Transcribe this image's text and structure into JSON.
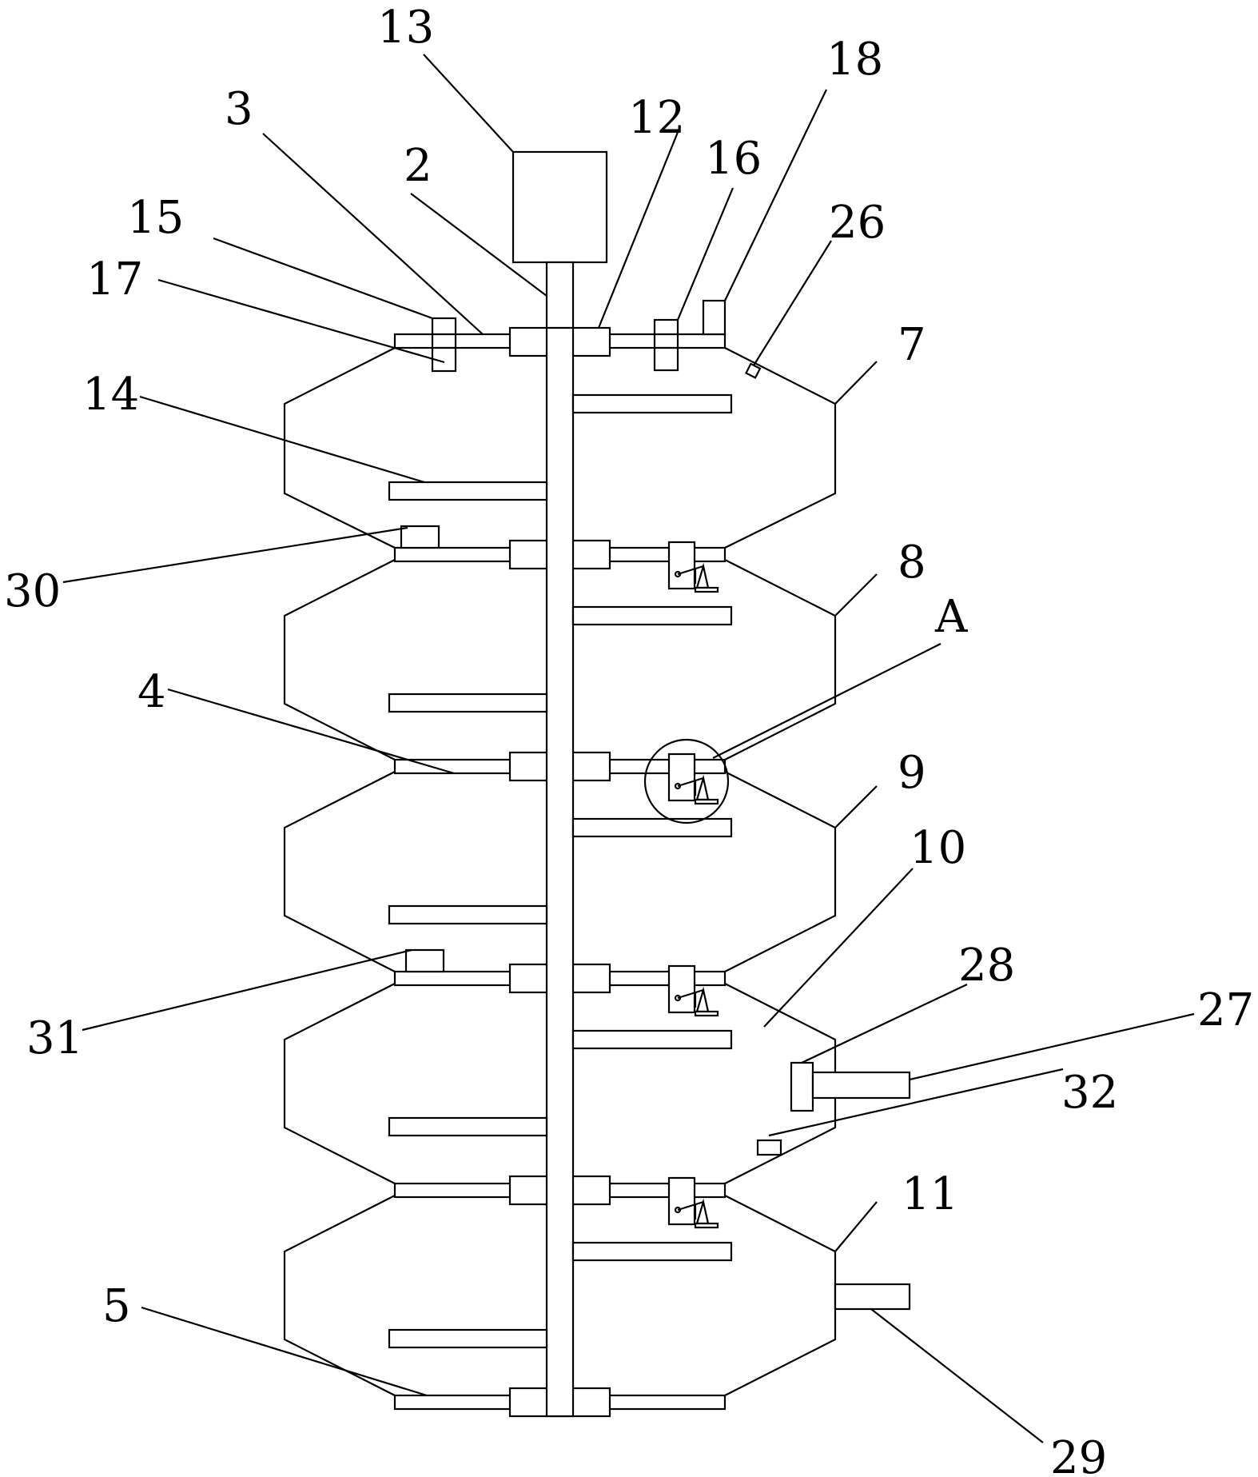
{
  "colors": {
    "line": "#000000",
    "background": "#ffffff"
  },
  "labels": {
    "l13": "13",
    "l18": "18",
    "l3": "3",
    "l12": "12",
    "l2": "2",
    "l16": "16",
    "l15": "15",
    "l26": "26",
    "l17": "17",
    "l7": "7",
    "l14": "14",
    "l30": "30",
    "l8": "8",
    "lA": "A",
    "l4": "4",
    "l9": "9",
    "l10": "10",
    "l28": "28",
    "l27": "27",
    "l31": "31",
    "l32": "32",
    "l11": "11",
    "l5": "5",
    "l29": "29"
  }
}
